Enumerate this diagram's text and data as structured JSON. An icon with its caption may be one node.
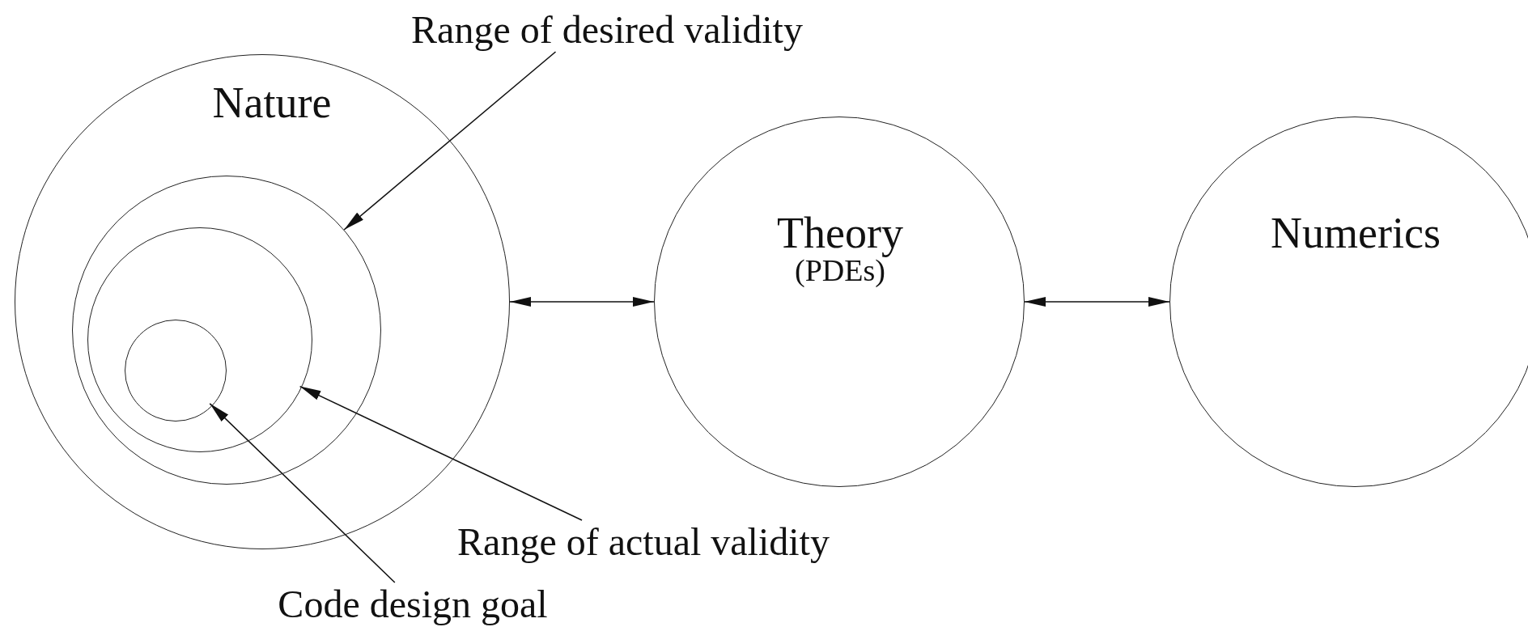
{
  "diagram": {
    "nodes": [
      {
        "text": [
          "Nature"
        ]
      },
      {
        "text": [],
        "shape": "circle",
        "in": 0
      },
      {
        "text": [],
        "shape": "circle",
        "in": 1
      },
      {
        "text": [],
        "shape": "circle",
        "in": 2
      },
      {
        "text": [
          "Theory",
          "(PDEs)"
        ]
      },
      {
        "text": [
          "Numerics"
        ]
      },
      {
        "text": [
          "Range of desired validity"
        ]
      },
      {
        "text": [
          "Range of actual validity"
        ]
      },
      {
        "text": [
          "Code design goal"
        ]
      }
    ],
    "edges": [
      {
        "from": 0,
        "to": 4,
        "arrow": "both"
      },
      {
        "from": 4,
        "to": 5,
        "arrow": "both"
      },
      {
        "from": 6,
        "to": 1,
        "arrow": "to"
      },
      {
        "from": 7,
        "to": 2,
        "arrow": "to"
      },
      {
        "from": 8,
        "to": 3,
        "arrow": "to"
      }
    ]
  }
}
